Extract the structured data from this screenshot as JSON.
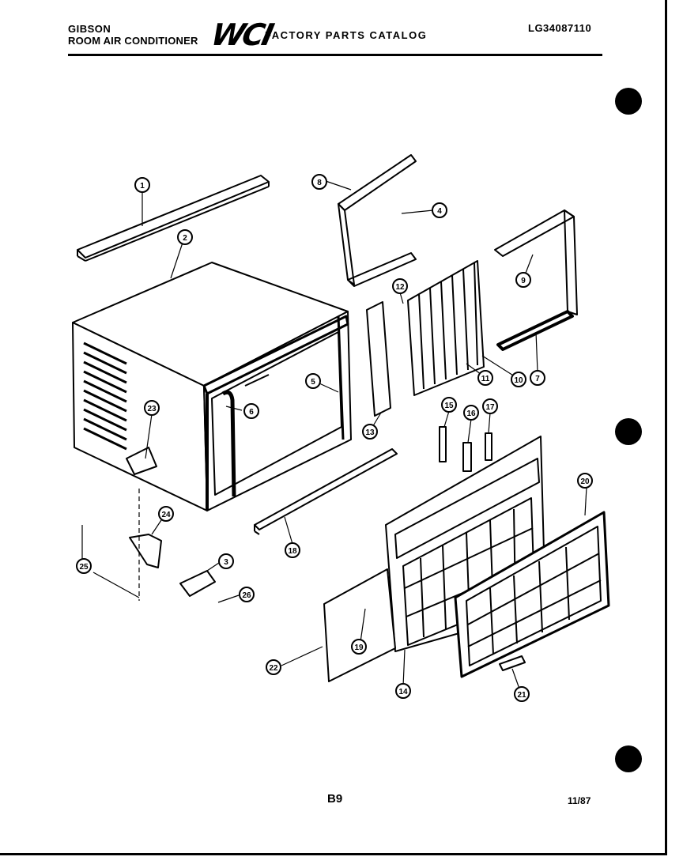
{
  "header": {
    "brand": "GIBSON",
    "product": "ROOM AIR CONDITIONER",
    "logo": "WCI",
    "catalog_title": "FACTORY PARTS CATALOG",
    "model_number": "LG34087110"
  },
  "footer": {
    "page_number": "B9",
    "date": "11/87"
  },
  "callouts": [
    "1",
    "2",
    "3",
    "4",
    "5",
    "6",
    "7",
    "8",
    "9",
    "10",
    "11",
    "12",
    "13",
    "14",
    "15",
    "16",
    "17",
    "18",
    "19",
    "20",
    "21",
    "22",
    "23",
    "24",
    "25",
    "26"
  ],
  "icons": {
    "binder_hole": "filled-circle"
  }
}
